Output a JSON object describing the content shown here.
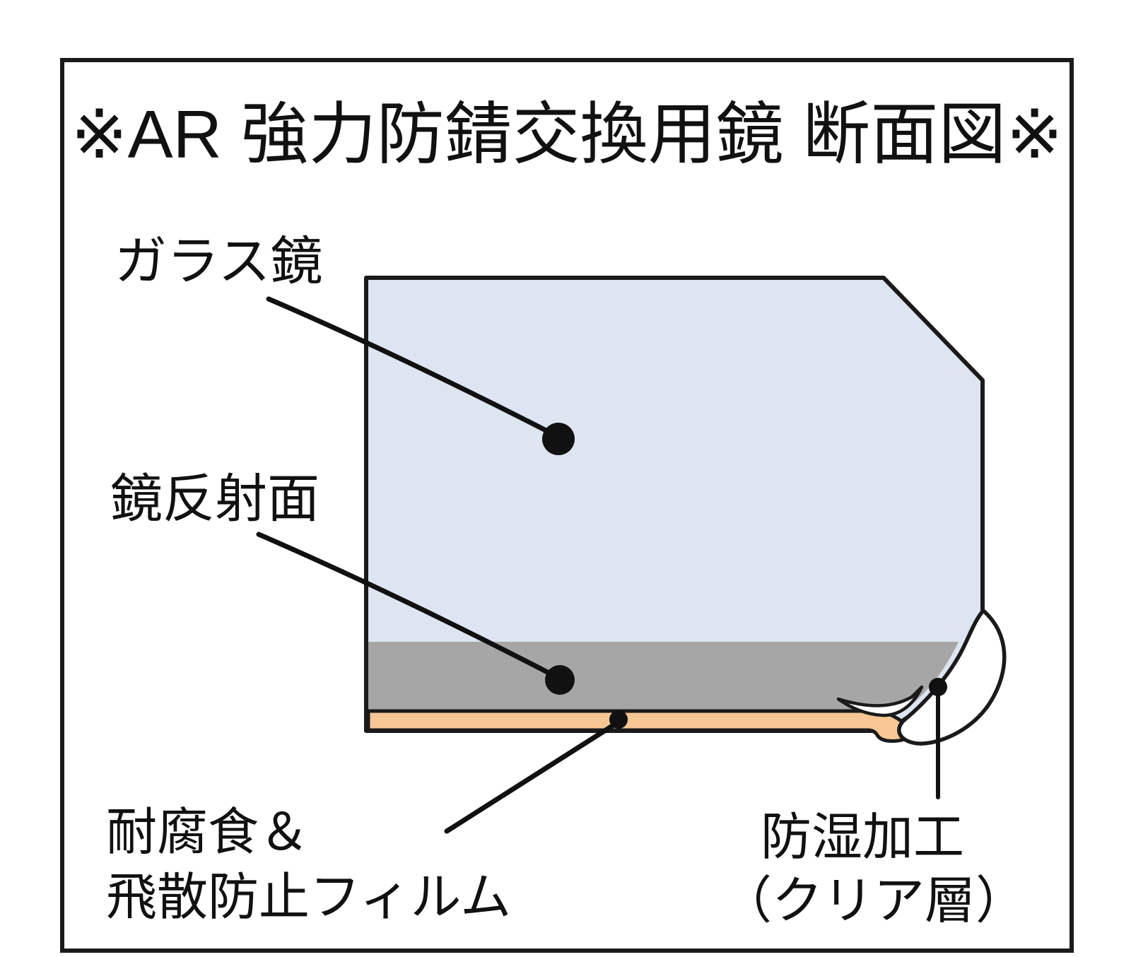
{
  "title": "※AR 強力防錆交換用鏡 断面図※",
  "labels": {
    "glass": "ガラス鏡",
    "reflective_surface": "鏡反射面",
    "film_line1": "耐腐食＆",
    "film_line2": "飛散防止フィルム",
    "clear_line1": "防湿加工",
    "clear_line2": "（クリア層）"
  },
  "colors": {
    "background": "#ffffff",
    "frame_border": "#1a1a1a",
    "glass": "#dde5f0",
    "reflective": "#a6a6a6",
    "film": "#f6c795",
    "clear_layer": "#ffffff",
    "line": "#111111"
  }
}
